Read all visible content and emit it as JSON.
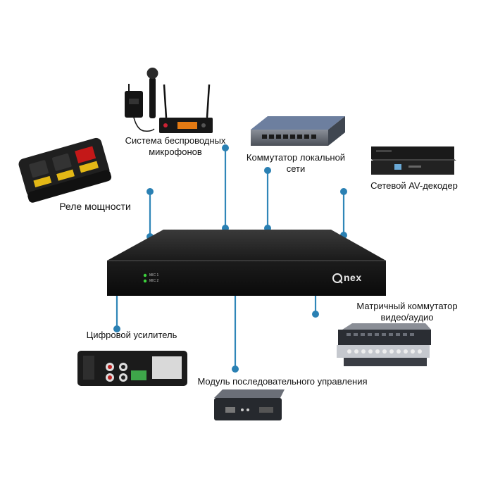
{
  "devices": {
    "wireless_mics": {
      "label_line1": "Система беспроводных",
      "label_line2": "микрофонов"
    },
    "lan_switch": {
      "label_line1": "Коммутатор локальной",
      "label_line2": "сети"
    },
    "av_decoder": {
      "label": "Сетевой AV-декодер"
    },
    "power_relay": {
      "label": "Реле мощности"
    },
    "matrix_switcher": {
      "label_line1": "Матричный коммутатор",
      "label_line2": "видео/аудио"
    },
    "digital_amp": {
      "label": "Цифровой усилитель"
    },
    "serial_module": {
      "label": "Модуль последовательного управления"
    }
  },
  "central_unit": {
    "brand": "nex",
    "led_labels": [
      "MIC 1",
      "MIC 2"
    ]
  },
  "colors": {
    "connector": "#2f86b8",
    "dot": "#2a80b3",
    "device_body": "#151515",
    "device_top": "#2a2a2a"
  }
}
